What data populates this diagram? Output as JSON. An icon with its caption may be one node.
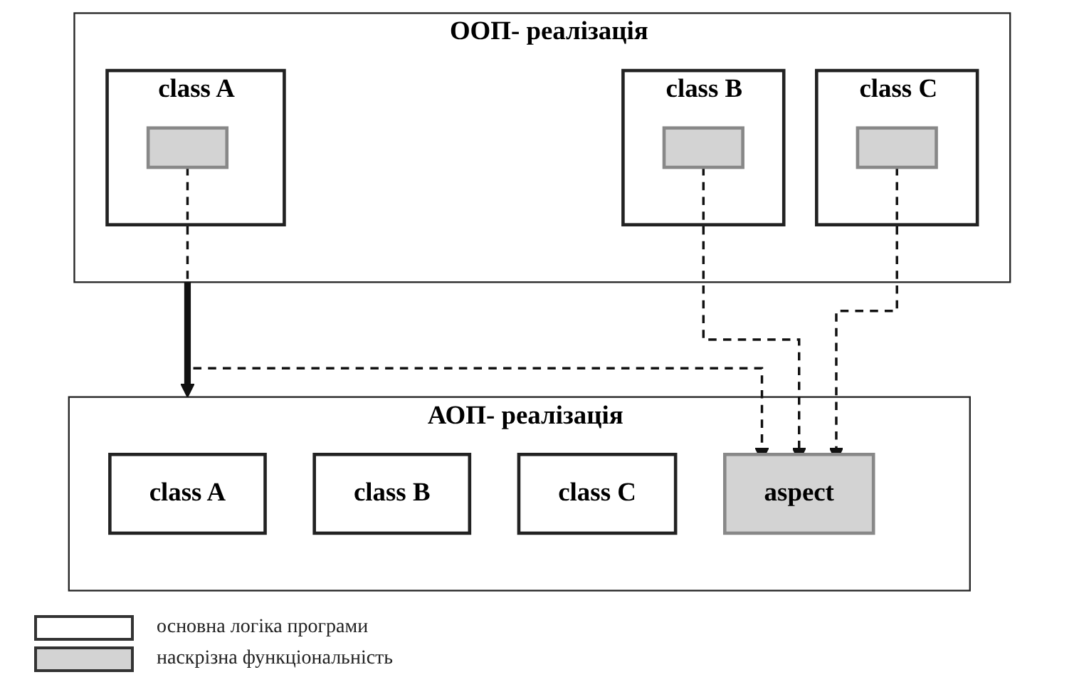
{
  "diagram": {
    "nodes": [
      {
        "text": [
          "ООП- реалізація"
        ]
      },
      {
        "text": [
          "class A"
        ],
        "in": 0
      },
      {
        "text": [],
        "shape": "bar",
        "in": 1
      },
      {
        "text": [
          "class B"
        ],
        "in": 0
      },
      {
        "text": [],
        "shape": "bar",
        "in": 3
      },
      {
        "text": [
          "class C"
        ],
        "in": 0
      },
      {
        "text": [],
        "shape": "bar",
        "in": 5
      },
      {
        "text": [
          "АОП- реалізація"
        ]
      },
      {
        "text": [
          "class A"
        ],
        "in": 7
      },
      {
        "text": [
          "class B"
        ],
        "in": 7
      },
      {
        "text": [
          "class C"
        ],
        "in": 7
      },
      {
        "text": [
          "aspect"
        ],
        "in": 7
      }
    ],
    "edges": [
      {
        "from": 0,
        "to": 7,
        "arrow": "to",
        "style": "thick"
      },
      {
        "from": 6,
        "to": 11,
        "arrow": "to",
        "style": "dashed"
      },
      {
        "from": 4,
        "to": 11,
        "arrow": "to",
        "style": "dashed"
      },
      {
        "from": 2,
        "to": 11,
        "arrow": "to",
        "style": "dashed"
      }
    ],
    "legend": [
      {
        "text": "основна логіка програми",
        "color": "#ffffff"
      },
      {
        "text": "наскрізна функціональність",
        "color": "#d3d3d3"
      }
    ]
  }
}
